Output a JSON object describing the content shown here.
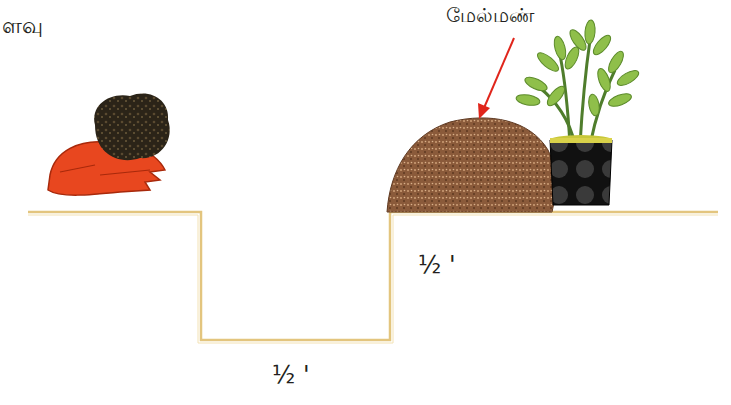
{
  "diagram": {
    "labels": [
      "ளவு",
      "மேல்மண்",
      "½ '",
      "½ '"
    ]
  }
}
